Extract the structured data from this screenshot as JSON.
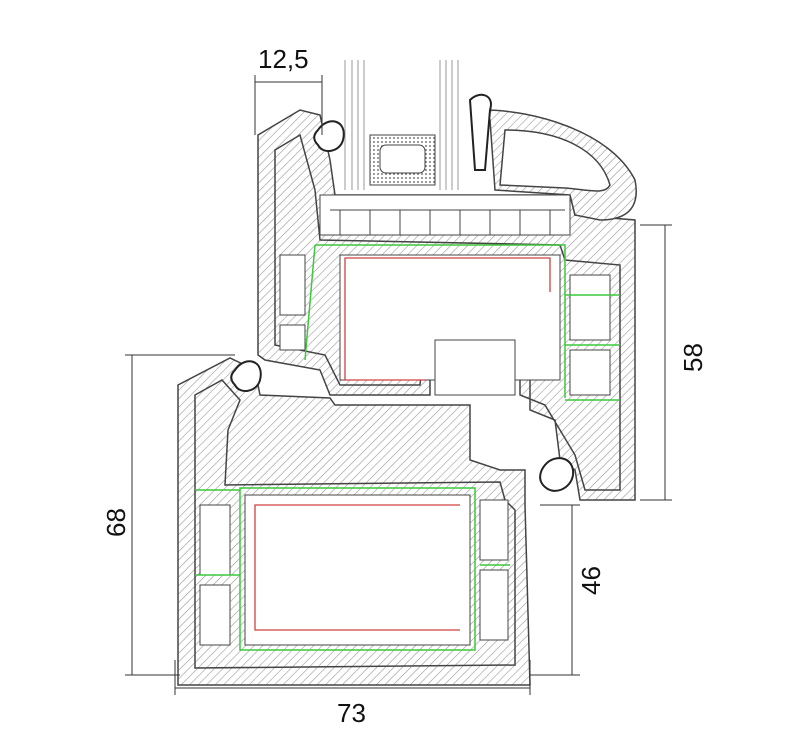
{
  "dimensions": {
    "glazing_rebate": "12,5",
    "sash_height": "58",
    "frame_height": "68",
    "frame_inner_height": "46",
    "frame_depth": "73"
  },
  "colors": {
    "outline": "#444444",
    "hatch": "#9a9a9a",
    "reinforcement": "#3cc83c",
    "steel": "#d04040",
    "gasket": "#222222"
  }
}
